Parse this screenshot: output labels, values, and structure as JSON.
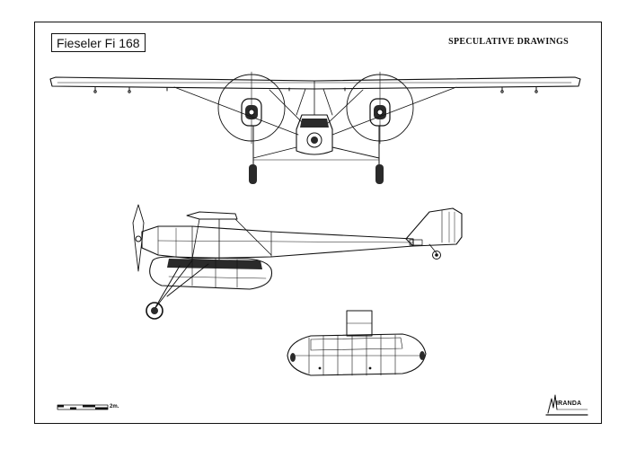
{
  "sheet": {
    "title": "Fieseler Fi 168",
    "subtitle": "SPECULATIVE DRAWINGS"
  },
  "scale_bar": {
    "label": "2m."
  },
  "logo": {
    "text": "IRANDA"
  },
  "colors": {
    "ink": "#111111",
    "paper": "#ffffff",
    "shade": "#2a2a2a"
  }
}
